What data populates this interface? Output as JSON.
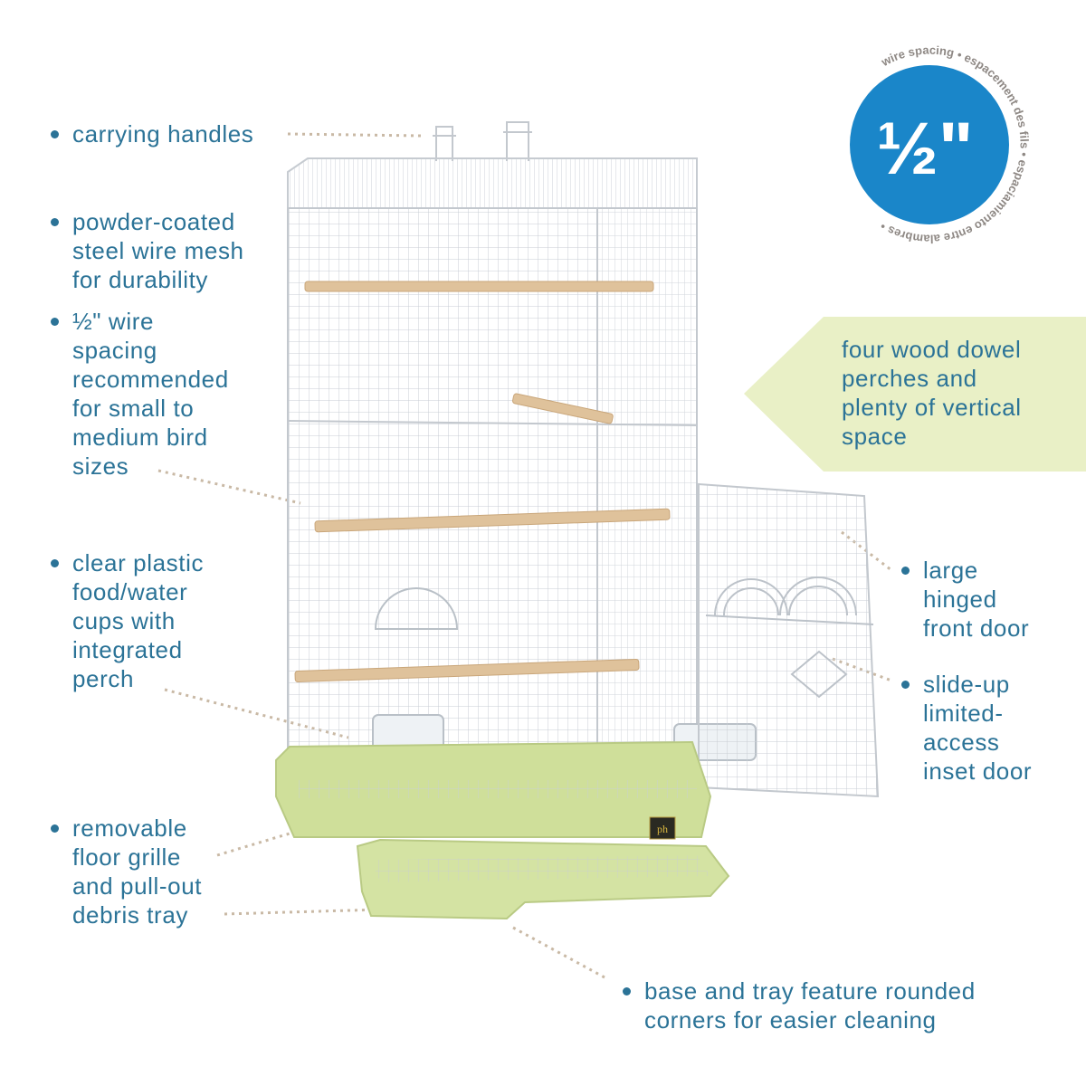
{
  "badge": {
    "value": "½\"",
    "ring_text": "wire spacing • espacement des fils • espaciamiento entre alambres •",
    "color": "#1a86c9"
  },
  "callouts": {
    "carrying_handles": "carrying handles",
    "powder_coated": "powder-coated\nsteel wire mesh\nfor durability",
    "wire_spacing": "½\" wire\nspacing\nrecommended\nfor small to\nmedium bird\nsizes",
    "cups": "clear plastic\nfood/water\ncups with\nintegrated\nperch",
    "floor_grille": "removable\nfloor grille\nand pull-out\ndebris tray",
    "perches": "four wood dowel\nperches and\nplenty of vertical\nspace",
    "front_door": "large\nhinged\nfront door",
    "inset_door": "slide-up\nlimited-\naccess\ninset door",
    "rounded_corners": "base and tray feature rounded\ncorners for easier cleaning"
  },
  "logo": "ph",
  "colors": {
    "text": "#2b7397",
    "banner": "#e9f0c6",
    "base": "#cfdf9a",
    "leader": "#c9b9a5"
  }
}
